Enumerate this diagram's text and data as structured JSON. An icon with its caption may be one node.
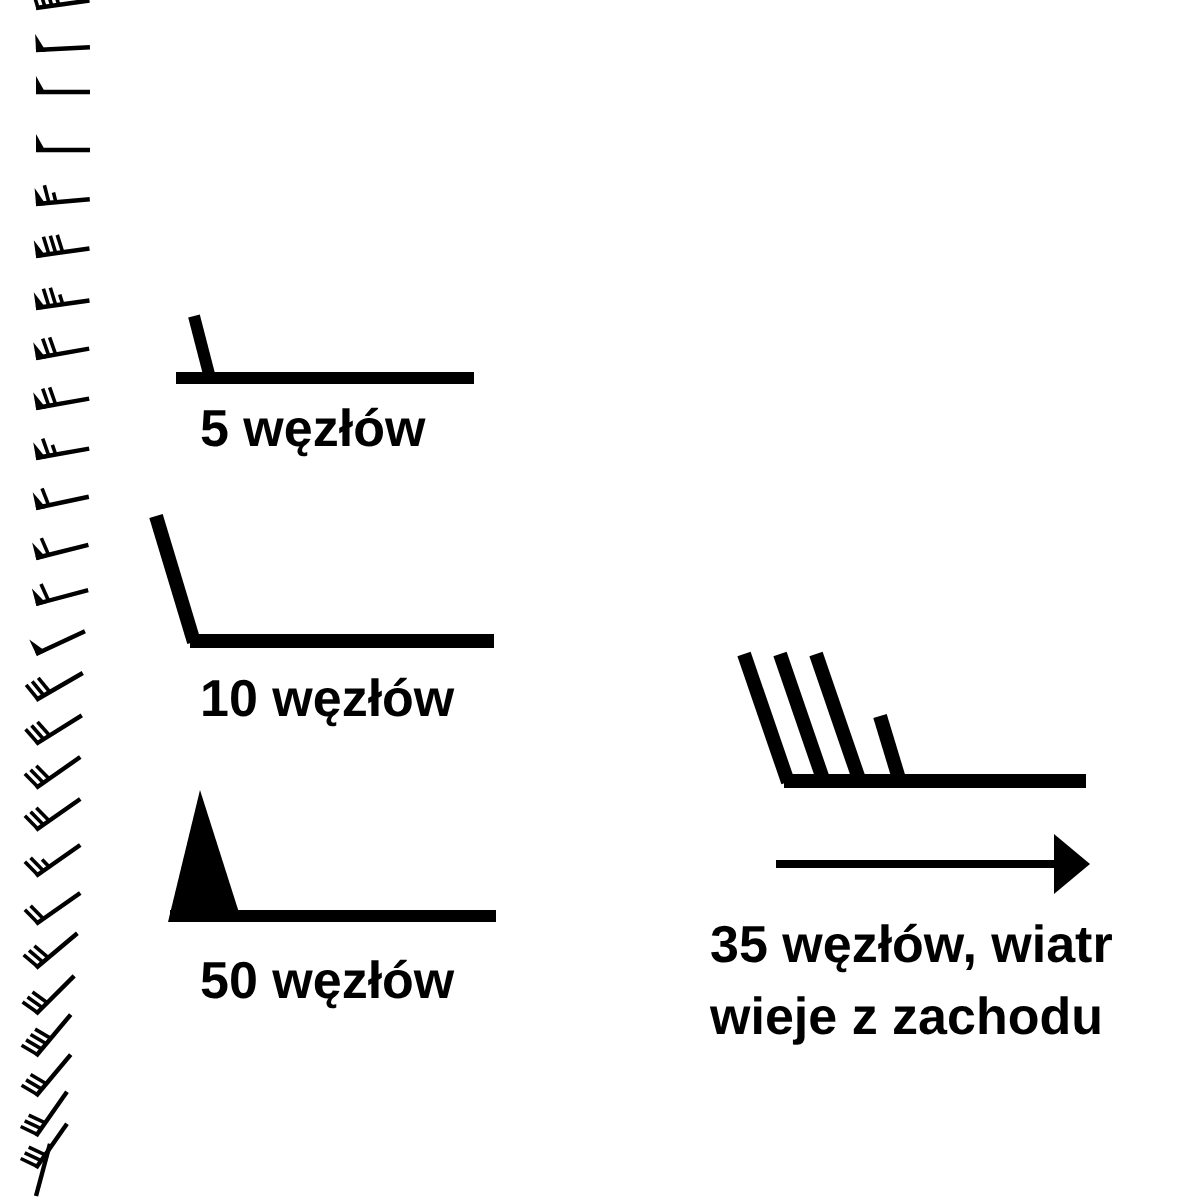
{
  "diagram": {
    "labels": [
      "5 węzłów",
      "10 węzłów",
      "50 węzłów",
      "35 węzłów, wiatr wieje z zachodu"
    ]
  }
}
